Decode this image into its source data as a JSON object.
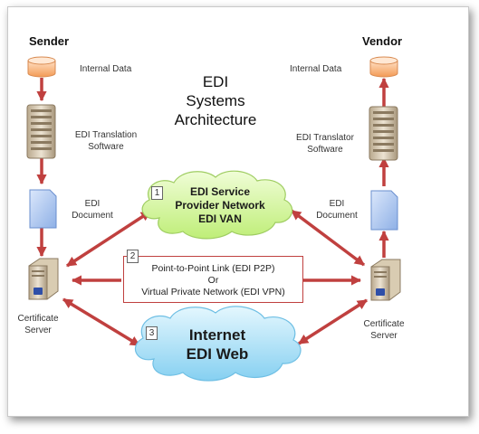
{
  "diagram": {
    "title_lines": [
      "EDI",
      "Systems",
      "Architecture"
    ],
    "sender_heading": "Sender",
    "vendor_heading": "Vendor",
    "left": {
      "internal_data": "Internal Data",
      "software_lines": [
        "EDI Translation",
        "Software"
      ],
      "document_lines": [
        "EDI",
        "Document"
      ],
      "server_lines": [
        "Certificate",
        "Server"
      ]
    },
    "right": {
      "internal_data": "Internal Data",
      "software_lines": [
        "EDI Translator",
        "Software"
      ],
      "document_lines": [
        "EDI",
        "Document"
      ],
      "server_lines": [
        "Certificate",
        "Server"
      ]
    },
    "van": {
      "number": "1",
      "lines": [
        "EDI Service",
        "Provider Network",
        "EDI VAN"
      ]
    },
    "p2p": {
      "number": "2",
      "lines": [
        "Point-to-Point Link  (EDI P2P)",
        "Or",
        "Virtual Private Network (EDI VPN)"
      ]
    },
    "web": {
      "number": "3",
      "lines": [
        "Internet",
        "EDI Web"
      ]
    },
    "colors": {
      "arrow": "#c0403f",
      "cylinder": "#f8b07a",
      "document": "#aac4ec",
      "van_cloud": "#d8f7a6",
      "web_cloud": "#b4e5f8"
    }
  }
}
